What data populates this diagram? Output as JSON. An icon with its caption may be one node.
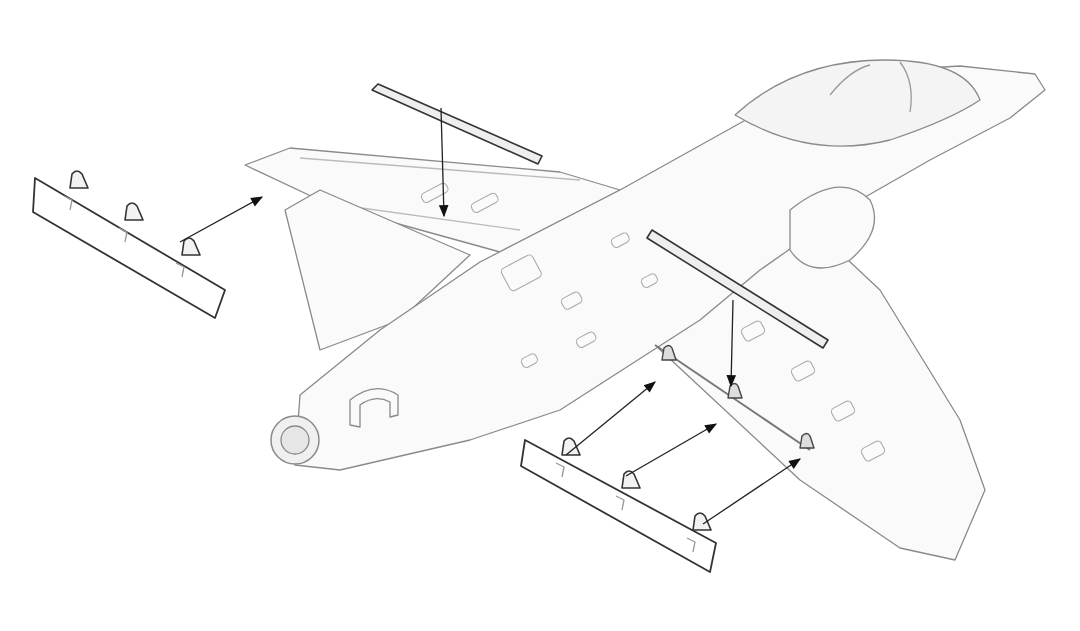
{
  "diagram": {
    "nodes": [
      {
        "text": [],
        "shape": "picture"
      },
      {
        "text": [],
        "shape": "picture"
      },
      {
        "text": [],
        "shape": "bar"
      },
      {
        "text": [],
        "shape": "bar"
      },
      {
        "text": [],
        "shape": "picture"
      }
    ],
    "edges": [
      {
        "from": 1,
        "to": 0,
        "arrow": "to"
      },
      {
        "from": 2,
        "to": 0,
        "arrow": "to"
      },
      {
        "from": 3,
        "to": 0,
        "arrow": "to"
      },
      {
        "from": 4,
        "to": 0,
        "arrow": "to"
      },
      {
        "from": 4,
        "to": 0,
        "arrow": "to"
      },
      {
        "from": 4,
        "to": 0,
        "arrow": "to"
      }
    ]
  }
}
